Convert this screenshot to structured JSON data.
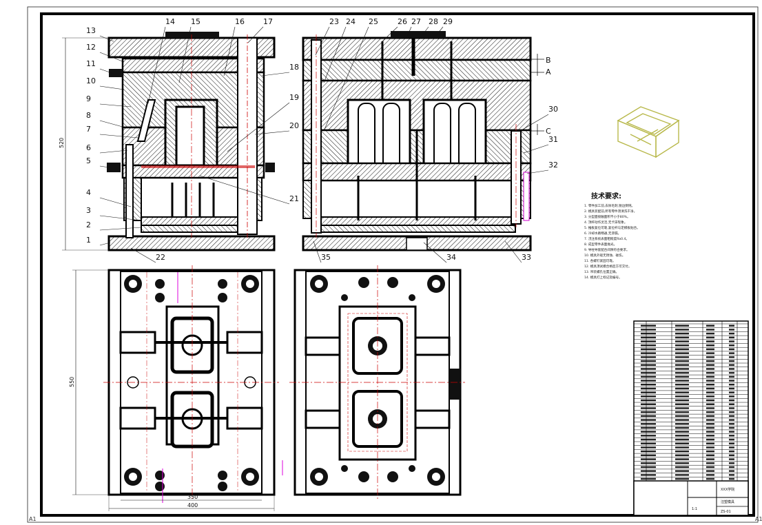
{
  "drawing": {
    "corner_labels": {
      "bottom_left": "A1",
      "bottom_right": "A1"
    },
    "part_numbers": [
      "1",
      "2",
      "3",
      "4",
      "5",
      "6",
      "7",
      "8",
      "9",
      "10",
      "11",
      "12",
      "13",
      "14",
      "15",
      "16",
      "17",
      "18",
      "19",
      "20",
      "21",
      "22",
      "23",
      "24",
      "25",
      "26",
      "27",
      "28",
      "29",
      "30",
      "31",
      "32",
      "33",
      "34",
      "35"
    ],
    "section_markers": [
      "B",
      "A",
      "C"
    ],
    "dimensions": {
      "front_height": "520",
      "plan_height": "550",
      "plan_width_inner": "350",
      "plan_width_outer": "400"
    },
    "technical_requirements": {
      "title": "技术要求:",
      "items": [
        "1. 零件加工前,去除毛刺,锐边倒钝。",
        "2. 模具装配前,所有零件须清洗干净。",
        "3. 分型面接触面积不小于80%。",
        "4. 顶杆动作灵活,无卡滞现象。",
        "5. 推板复位可靠,复位杆与定模板贴合。",
        "6. 冷却水路畅通,无渗漏。",
        "7. 浇注系统表面粗糙度Ra0.4。",
        "8. 成型零件表面抛光。",
        "9. 导柱导套配合间隙符合要求。",
        "10. 模具外观无锈蚀、碰伤。",
        "11. 各螺钉紧固可靠。",
        "12. 模具须试模合格后方可交付。",
        "13. 吊装螺孔位置正确。",
        "14. 模具打上标记及编号。"
      ]
    },
    "title_block": {
      "company": "XXX学院",
      "title": "注塑模具",
      "drawing_no": "ZS-01",
      "scale": "1:1"
    }
  }
}
